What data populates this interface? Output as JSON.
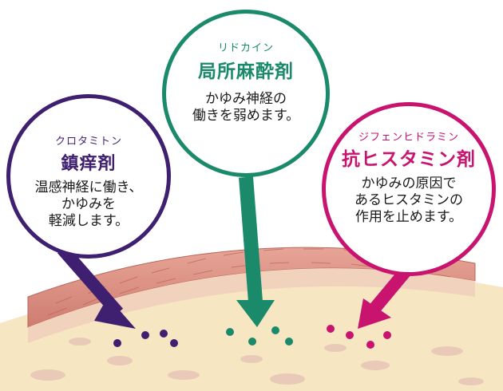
{
  "colors": {
    "left_accent": "#3f1f6f",
    "center_accent": "#1a8a6a",
    "right_accent": "#c8136f",
    "skin_top": "#d98a7e",
    "skin_layer": "#f0cfb8",
    "tissue": "#f7e6c2"
  },
  "left_bubble": {
    "ingredient": "クロタミトン",
    "category": "鎮痒剤",
    "description": [
      "温感神経に働き、",
      "かゆみを",
      "軽減します。"
    ]
  },
  "center_bubble": {
    "ingredient": "リドカイン",
    "category": "局所麻酔剤",
    "description": [
      "かゆみ神経の",
      "働きを弱めます。"
    ]
  },
  "right_bubble": {
    "ingredient": "ジフェンヒドラミン",
    "category": "抗ヒスタミン剤",
    "description": [
      "かゆみの原因で",
      "あるヒスタミンの",
      "作用を止めます。"
    ]
  }
}
